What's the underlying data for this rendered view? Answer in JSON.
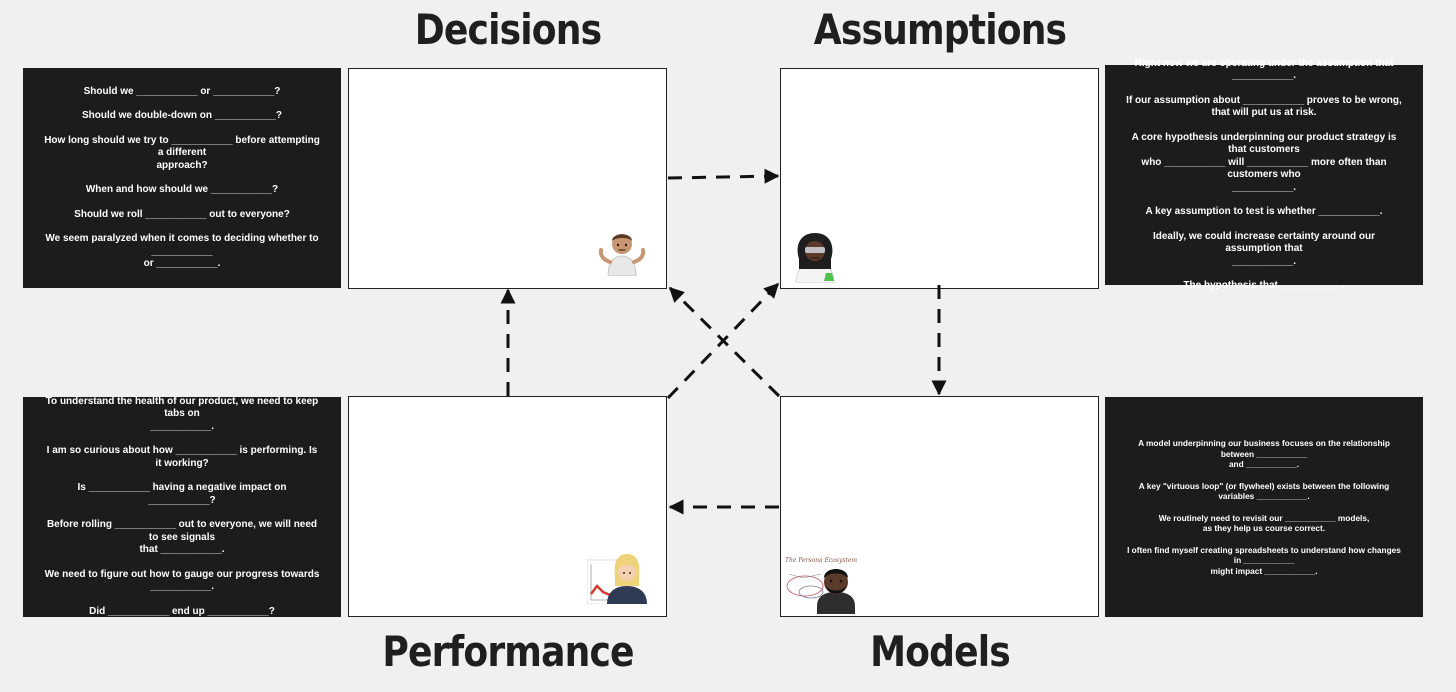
{
  "quadrants": {
    "decisions": {
      "title": "Decisions",
      "prompts": [
        "Should we ___________ or ___________?",
        "Should we double-down on ___________?",
        "How long should we try to ___________ before attempting a different\napproach?",
        "When and how should we ___________?",
        "Should we roll ___________ out to everyone?",
        "We seem paralyzed when it comes to  deciding whether to ___________\nor ___________."
      ],
      "icon": "person-shrugging-icon"
    },
    "assumptions": {
      "title": "Assumptions",
      "prompts": [
        "Right now we are operating under the assumption that ___________.",
        "If our assumption about ___________ proves to be wrong,\nthat will put us at risk.",
        "A core hypothesis underpinning our product strategy is that customers\nwho ___________ will ___________ more often than customers who\n___________.",
        "A key assumption to test is whether ___________.",
        "Ideally, we could increase certainty around our assumption that\n___________.",
        "The hypothesis that ___________."
      ],
      "icon": "woman-scientist-icon"
    },
    "performance": {
      "title": "Performance",
      "prompts": [
        "To understand the health of our product, we need to keep tabs on\n___________.",
        "I am so curious about how ___________ is performing. Is it working?",
        "Is ___________ having a negative impact on ___________?",
        "Before rolling ___________ out to everyone, we will need to see signals\nthat ___________.",
        "We need to figure out how to gauge our progress towards ___________.",
        "Did ___________ end up ___________?"
      ],
      "icon": "woman-declining-chart-icon"
    },
    "models": {
      "title": "Models",
      "prompts": [
        "A model underpinning our business focuses on the relationship between ___________\nand ___________.",
        "A key \"virtuous loop\" (or flywheel) exists between the following variables ___________.",
        "We routinely need to revisit our ___________ models,\nas they help us course correct.",
        "I often find myself creating spreadsheets to understand how changes in ___________\nmight impact ___________."
      ],
      "sketch_text": "The Persona Ecosystem",
      "icon": "man-with-sketch-icon"
    }
  },
  "colors": {
    "background": "#f0f0f0",
    "panel": "#1c1c1c",
    "panel_text": "#ffffff",
    "card": "#ffffff",
    "arrow": "#111111"
  }
}
